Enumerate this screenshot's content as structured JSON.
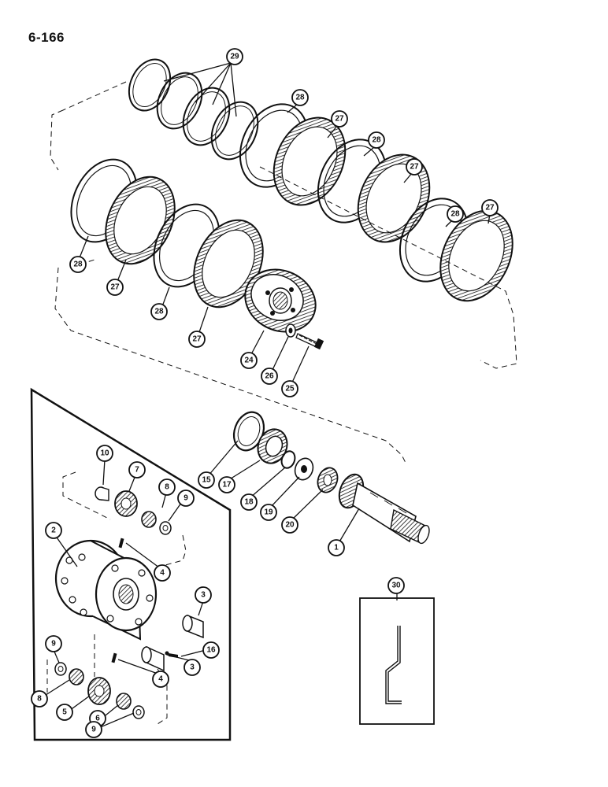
{
  "page_number": "6-166",
  "callouts": {
    "c29": "29",
    "c28": "28",
    "c27": "27",
    "c24": "24",
    "c26": "26",
    "c25": "25",
    "c15": "15",
    "c17": "17",
    "c18": "18",
    "c19": "19",
    "c20": "20",
    "c1": "1",
    "c2": "2",
    "c3": "3",
    "c4": "4",
    "c5": "5",
    "c6": "6",
    "c7": "7",
    "c8": "8",
    "c9": "9",
    "c10": "10",
    "c16": "16",
    "c30": "30"
  }
}
